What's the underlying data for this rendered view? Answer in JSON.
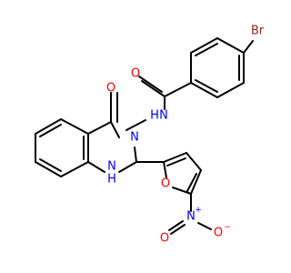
{
  "molecule": {
    "atoms": {
      "br": {
        "label": "Br",
        "color": "#8b2a1a"
      },
      "o_amide": {
        "label": "O",
        "color": "#ff0000"
      },
      "nh_amide": {
        "label": "N",
        "h_label": "H",
        "color": "#0000ff"
      },
      "o_lactam": {
        "label": "O",
        "color": "#ff0000"
      },
      "n3": {
        "label": "N",
        "color": "#0000ff"
      },
      "nh_ring": {
        "label": "N",
        "h_label": "H",
        "color": "#0000ff"
      },
      "o_furan": {
        "label": "O",
        "color": "#ff0000"
      },
      "n_nitro": {
        "label": "N",
        "charge": "+",
        "color": "#0000ff"
      },
      "o_nitro_a": {
        "label": "O",
        "color": "#ff0000"
      },
      "o_nitro_b": {
        "label": "O",
        "charge": "−",
        "color": "#ff0000"
      }
    }
  }
}
